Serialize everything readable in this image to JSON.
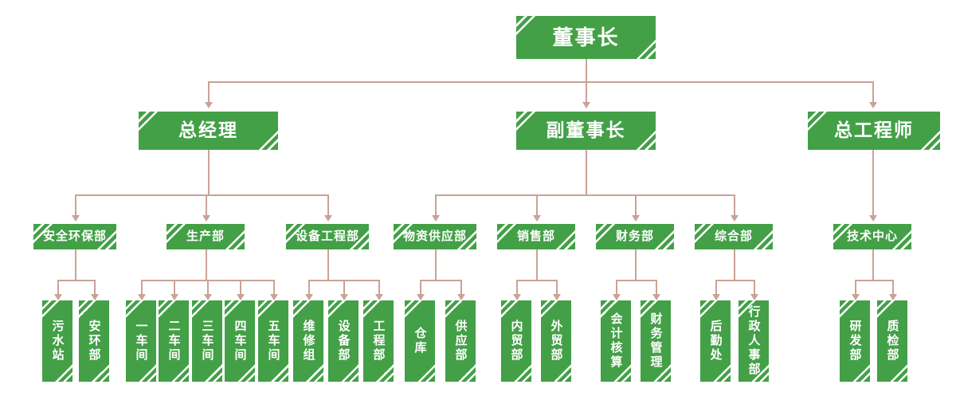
{
  "meta": {
    "title": "组织机构图",
    "colors": {
      "node": "#43a047",
      "connector": "#c9a396",
      "text": "#ffffff",
      "background": "#ffffff"
    }
  },
  "level1": {
    "label": "董事长"
  },
  "level2": [
    {
      "label": "总经理"
    },
    {
      "label": "副董事长"
    },
    {
      "label": "总工程师"
    }
  ],
  "level3": [
    {
      "label": "安全环保部"
    },
    {
      "label": "生产部"
    },
    {
      "label": "设备工程部"
    },
    {
      "label": "物资供应部"
    },
    {
      "label": "销售部"
    },
    {
      "label": "财务部"
    },
    {
      "label": "综合部"
    },
    {
      "label": "技术中心"
    }
  ],
  "level4": [
    {
      "label": "污水站"
    },
    {
      "label": "安环部"
    },
    {
      "label": "一车间"
    },
    {
      "label": "二车间"
    },
    {
      "label": "三车间"
    },
    {
      "label": "四车间"
    },
    {
      "label": "五车间"
    },
    {
      "label": "维修组"
    },
    {
      "label": "设备部"
    },
    {
      "label": "工程部"
    },
    {
      "label": "仓库"
    },
    {
      "label": "供应部"
    },
    {
      "label": "内贸部"
    },
    {
      "label": "外贸部"
    },
    {
      "label": "会计核算"
    },
    {
      "label": "财务管理"
    },
    {
      "label": "后勤处"
    },
    {
      "label": "行政人事部"
    },
    {
      "label": "研发部"
    },
    {
      "label": "质检部"
    }
  ]
}
